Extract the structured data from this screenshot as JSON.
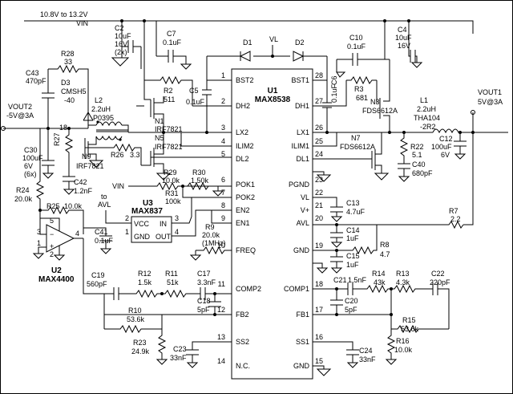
{
  "supply": {
    "vin_range": "10.8V to 13.2V",
    "vin": "VIN"
  },
  "ic_u1": {
    "ref": "U1",
    "part": "MAX8538",
    "left_pins": [
      {
        "num": "1",
        "name": "BST2"
      },
      {
        "num": "2",
        "name": "DH2"
      },
      {
        "num": "3",
        "name": "LX2"
      },
      {
        "num": "4",
        "name": "ILIM2"
      },
      {
        "num": "5",
        "name": "DL2"
      },
      {
        "num": "6",
        "name": "POK1"
      },
      {
        "num": "7",
        "name": "POK2"
      },
      {
        "num": "8",
        "name": "EN2"
      },
      {
        "num": "9",
        "name": "EN1"
      },
      {
        "num": "10",
        "name": "FREQ"
      },
      {
        "num": "11",
        "name": "COMP2"
      },
      {
        "num": "12",
        "name": "FB2"
      },
      {
        "num": "13",
        "name": "SS2"
      },
      {
        "num": "14",
        "name": "N.C."
      }
    ],
    "right_pins": [
      {
        "num": "28",
        "name": "BST1"
      },
      {
        "num": "27",
        "name": "DH1"
      },
      {
        "num": "26",
        "name": "LX1"
      },
      {
        "num": "25",
        "name": "ILIM1"
      },
      {
        "num": "24",
        "name": "DL1"
      },
      {
        "num": "23",
        "name": "PGND"
      },
      {
        "num": "22",
        "name": "VL"
      },
      {
        "num": "21",
        "name": "V+"
      },
      {
        "num": "20",
        "name": "AVL"
      },
      {
        "num": "19",
        "name": "GND"
      },
      {
        "num": "18",
        "name": "COMP1"
      },
      {
        "num": "17",
        "name": "FB1"
      },
      {
        "num": "16",
        "name": "SS1"
      },
      {
        "num": "15",
        "name": "GND"
      }
    ]
  },
  "ic_u3": {
    "ref": "U3",
    "part": "MAX837",
    "pins": [
      "VCC",
      "IN",
      "GND",
      "OUT"
    ],
    "pin_nums": [
      "2",
      "3",
      "1",
      "4"
    ],
    "to_avl": [
      "to",
      "AVL"
    ]
  },
  "ic_u2": {
    "ref": "U2",
    "part": "MAX4400",
    "pin_nums": [
      "5",
      "3",
      "4",
      "2",
      "1"
    ]
  },
  "outputs": {
    "vout1": [
      "VOUT1",
      "5V@3A"
    ],
    "vout2": [
      "VOUT2",
      "-5V@3A"
    ]
  },
  "net_labels": {
    "vl": "VL",
    "vin": "VIN"
  },
  "components": {
    "c2": [
      "C2",
      "10uF",
      "16V",
      "(2x)"
    ],
    "c7": [
      "C7",
      "0.1uF"
    ],
    "d1": [
      "D1"
    ],
    "d2": [
      "D2"
    ],
    "c10": [
      "C10",
      "0.1uF"
    ],
    "c4": [
      "C4",
      "10uF",
      "16V"
    ],
    "r28": [
      "R28",
      "33"
    ],
    "c43": [
      "C43",
      "470pF"
    ],
    "d3": [
      "D3",
      "CMSH5",
      "-40"
    ],
    "l2": [
      "L2",
      "2.2uH",
      "P0395"
    ],
    "r2": [
      "R2",
      "511"
    ],
    "c5": [
      "C5",
      "0.1uF"
    ],
    "n1": [
      "N1",
      "IRF7821"
    ],
    "n5": [
      "N5",
      "IRF7821"
    ],
    "n9": [
      "N9",
      "IRF7821"
    ],
    "r27": [
      "R27",
      "18"
    ],
    "r26": [
      "R26",
      "3.3"
    ],
    "c30": [
      "C30",
      "100uF",
      "6V",
      "(6x)"
    ],
    "c42": [
      "C42",
      "1.2nF"
    ],
    "c6": [
      "C6",
      "0.1uF"
    ],
    "r3": [
      "R3",
      "681"
    ],
    "n3": [
      "N3",
      "FDS6612A"
    ],
    "n7": [
      "N7",
      "FDS6612A"
    ],
    "l1": [
      "L1",
      "2.2uH",
      "THA104",
      "-2R2"
    ],
    "r22": [
      "R22",
      "5.1"
    ],
    "c40": [
      "C40",
      "680pF"
    ],
    "c12": [
      "C12",
      "100uF",
      "6V"
    ],
    "r29": [
      "R29",
      "10.0k"
    ],
    "r30": [
      "R30",
      "1.50k"
    ],
    "r31": [
      "R31",
      "100k"
    ],
    "r24": [
      "R24",
      "20.0k"
    ],
    "r25": [
      "R25",
      "10.0k"
    ],
    "c41": [
      "C41",
      "0.1uF"
    ],
    "r9": [
      "R9",
      "20.0k",
      "(1MHz)"
    ],
    "c13": [
      "C13",
      "4.7uF"
    ],
    "c14": [
      "C14",
      "1uF"
    ],
    "r7": [
      "R7",
      "2.2"
    ],
    "r8": [
      "R8",
      "4.7"
    ],
    "c15": [
      "C15",
      "1uF"
    ],
    "c19": [
      "C19",
      "560pF"
    ],
    "r12": [
      "R12",
      "1.5k"
    ],
    "r11": [
      "R11",
      "51k"
    ],
    "c17": [
      "C17",
      "3.3nF"
    ],
    "c18": [
      "C18",
      "5pF"
    ],
    "r10": [
      "R10",
      "53.6k"
    ],
    "r23": [
      "R23",
      "24.9k"
    ],
    "c23": [
      "C23",
      "33nF"
    ],
    "c21": [
      "C21",
      "1.5nF"
    ],
    "r14": [
      "R14",
      "43k"
    ],
    "r13": [
      "R13",
      "4.3k"
    ],
    "c22": [
      "C22",
      "220pF"
    ],
    "c20": [
      "C20",
      "5pF"
    ],
    "r15": [
      "R15",
      "53.6k"
    ],
    "r16": [
      "R16",
      "10.0k"
    ],
    "c24": [
      "C24",
      "33nF"
    ]
  }
}
